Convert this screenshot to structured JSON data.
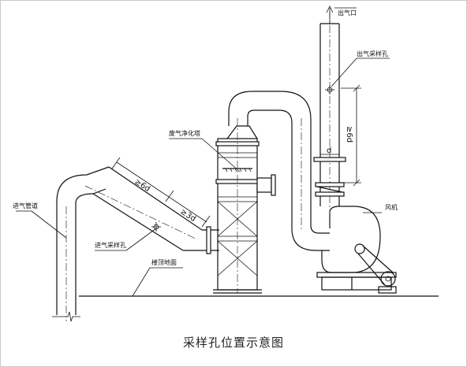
{
  "caption": "采样孔位置示意图",
  "labels": {
    "outlet": "出气口",
    "outlet_sampling_port": "出气采样孔",
    "waste_gas_tower": "废气净化塔",
    "fan": "风机",
    "inlet_duct": "进气管道",
    "inlet_sampling_port": "进气采样孔",
    "roof_ground": "楼顶地面"
  },
  "dimensions": {
    "six_d": "≥6d",
    "three_d": "≥3d",
    "stack_spacing": "≥6d",
    "d": "d"
  }
}
